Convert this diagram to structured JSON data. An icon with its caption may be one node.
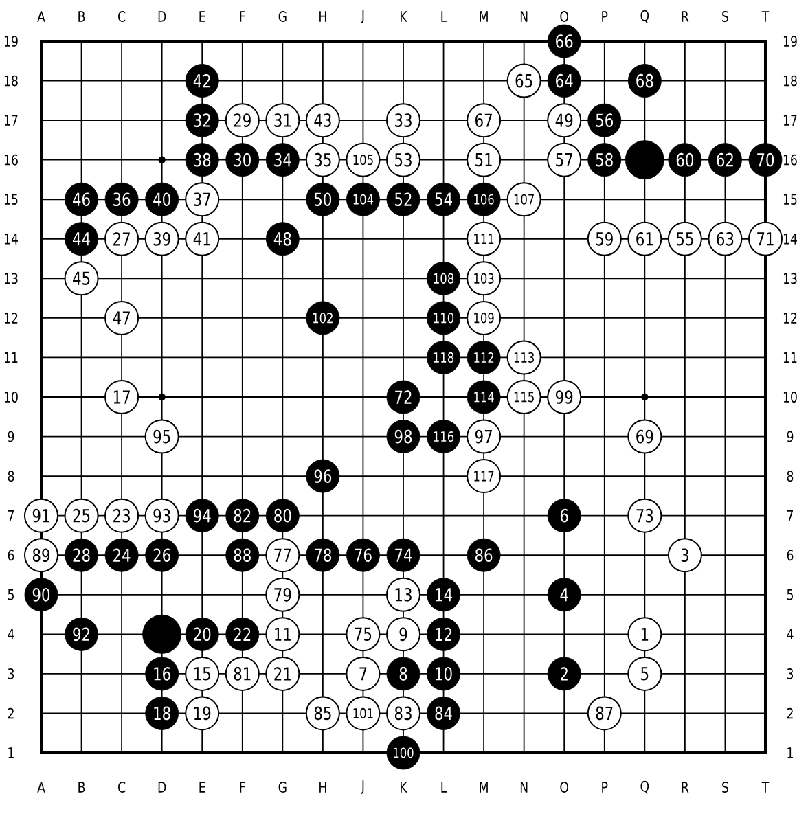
{
  "diagram": {
    "nodes": [
      {
        "text": [
          "66"
        ]
      },
      {
        "text": [
          "42"
        ]
      },
      {
        "text": [
          "65"
        ]
      },
      {
        "text": [
          "64"
        ]
      },
      {
        "text": [
          "68"
        ]
      },
      {
        "text": [
          "32"
        ]
      },
      {
        "text": [
          "29"
        ]
      },
      {
        "text": [
          "31"
        ]
      },
      {
        "text": [
          "43"
        ]
      },
      {
        "text": [
          "33"
        ]
      },
      {
        "text": [
          "67"
        ]
      },
      {
        "text": [
          "49"
        ]
      },
      {
        "text": [
          "56"
        ]
      },
      {
        "text": [
          "38"
        ]
      },
      {
        "text": [
          "30"
        ]
      },
      {
        "text": [
          "34"
        ]
      },
      {
        "text": [
          "35"
        ]
      },
      {
        "text": [
          "105"
        ]
      },
      {
        "text": [
          "53"
        ]
      },
      {
        "text": [
          "51"
        ]
      },
      {
        "text": [
          "57"
        ]
      },
      {
        "text": [
          "58"
        ]
      },
      {
        "text": [],
        "shape": "circle"
      },
      {
        "text": [
          "60"
        ]
      },
      {
        "text": [
          "62"
        ]
      },
      {
        "text": [
          "70"
        ]
      },
      {
        "text": [
          "46"
        ]
      },
      {
        "text": [
          "36"
        ]
      },
      {
        "text": [
          "40"
        ]
      },
      {
        "text": [
          "37"
        ]
      },
      {
        "text": [
          "50"
        ]
      },
      {
        "text": [
          "104"
        ]
      },
      {
        "text": [
          "52"
        ]
      },
      {
        "text": [
          "54"
        ]
      },
      {
        "text": [
          "106"
        ]
      },
      {
        "text": [
          "107"
        ]
      },
      {
        "text": [
          "44"
        ]
      },
      {
        "text": [
          "27"
        ]
      },
      {
        "text": [
          "39"
        ]
      },
      {
        "text": [
          "41"
        ]
      },
      {
        "text": [
          "48"
        ]
      },
      {
        "text": [
          "111"
        ]
      },
      {
        "text": [
          "59"
        ]
      },
      {
        "text": [
          "61"
        ]
      },
      {
        "text": [
          "55"
        ]
      },
      {
        "text": [
          "63"
        ]
      },
      {
        "text": [
          "71"
        ]
      },
      {
        "text": [
          "45"
        ]
      },
      {
        "text": [
          "108"
        ]
      },
      {
        "text": [
          "103"
        ]
      },
      {
        "text": [
          "47"
        ]
      },
      {
        "text": [
          "102"
        ]
      },
      {
        "text": [
          "110"
        ]
      },
      {
        "text": [
          "109"
        ]
      },
      {
        "text": [
          "118"
        ]
      },
      {
        "text": [
          "112"
        ]
      },
      {
        "text": [
          "113"
        ]
      },
      {
        "text": [
          "17"
        ]
      },
      {
        "text": [
          "72"
        ]
      },
      {
        "text": [
          "114"
        ]
      },
      {
        "text": [
          "115"
        ]
      },
      {
        "text": [
          "99"
        ]
      },
      {
        "text": [
          "95"
        ]
      },
      {
        "text": [
          "98"
        ]
      },
      {
        "text": [
          "116"
        ]
      },
      {
        "text": [
          "97"
        ]
      },
      {
        "text": [
          "69"
        ]
      },
      {
        "text": [
          "96"
        ]
      },
      {
        "text": [
          "117"
        ]
      },
      {
        "text": [
          "91"
        ]
      },
      {
        "text": [
          "25"
        ]
      },
      {
        "text": [
          "23"
        ]
      },
      {
        "text": [
          "93"
        ]
      },
      {
        "text": [
          "94"
        ]
      },
      {
        "text": [
          "82"
        ]
      },
      {
        "text": [
          "80"
        ]
      },
      {
        "text": [
          "6"
        ]
      },
      {
        "text": [
          "73"
        ]
      },
      {
        "text": [
          "89"
        ]
      },
      {
        "text": [
          "28"
        ]
      },
      {
        "text": [
          "24"
        ]
      },
      {
        "text": [
          "26"
        ]
      },
      {
        "text": [
          "88"
        ]
      },
      {
        "text": [
          "77"
        ]
      },
      {
        "text": [
          "78"
        ]
      },
      {
        "text": [
          "76"
        ]
      },
      {
        "text": [
          "74"
        ]
      },
      {
        "text": [
          "86"
        ]
      },
      {
        "text": [
          "3"
        ]
      },
      {
        "text": [
          "90"
        ]
      },
      {
        "text": [
          "79"
        ]
      },
      {
        "text": [
          "13"
        ]
      },
      {
        "text": [
          "14"
        ]
      },
      {
        "text": [
          "4"
        ]
      },
      {
        "text": [
          "92"
        ]
      },
      {
        "text": [],
        "shape": "circle"
      },
      {
        "text": [
          "20"
        ]
      },
      {
        "text": [
          "22"
        ]
      },
      {
        "text": [
          "11"
        ]
      },
      {
        "text": [
          "75"
        ]
      },
      {
        "text": [
          "9"
        ]
      },
      {
        "text": [
          "12"
        ]
      },
      {
        "text": [
          "1"
        ]
      },
      {
        "text": [
          "16"
        ]
      },
      {
        "text": [
          "15"
        ]
      },
      {
        "text": [
          "81"
        ]
      },
      {
        "text": [
          "21"
        ]
      },
      {
        "text": [
          "7"
        ]
      },
      {
        "text": [
          "8"
        ]
      },
      {
        "text": [
          "10"
        ]
      },
      {
        "text": [
          "2"
        ]
      },
      {
        "text": [
          "5"
        ]
      },
      {
        "text": [
          "18"
        ]
      },
      {
        "text": [
          "19"
        ]
      },
      {
        "text": [
          "85"
        ]
      },
      {
        "text": [
          "101"
        ]
      },
      {
        "text": [
          "83"
        ]
      },
      {
        "text": [
          "84"
        ]
      },
      {
        "text": [
          "87"
        ]
      },
      {
        "text": [
          "100"
        ]
      }
    ],
    "labels": [
      "A",
      "B",
      "C",
      "D",
      "E",
      "F",
      "G",
      "H",
      "J",
      "K",
      "L",
      "M",
      "N",
      "O",
      "P",
      "Q",
      "R",
      "S",
      "T",
      "19",
      "18",
      "17",
      "16",
      "15",
      "14",
      "13",
      "12",
      "11",
      "10",
      "9",
      "8",
      "7",
      "6",
      "5",
      "4",
      "3",
      "2",
      "1",
      "19",
      "18",
      "17",
      "16",
      "15",
      "14",
      "13",
      "12",
      "11",
      "10",
      "9",
      "8",
      "7",
      "6",
      "5",
      "4",
      "3",
      "2",
      "1",
      "A",
      "B",
      "C",
      "D",
      "E",
      "F",
      "G",
      "H",
      "J",
      "K",
      "L",
      "M",
      "N",
      "O",
      "P",
      "Q",
      "R",
      "S",
      "T"
    ]
  }
}
